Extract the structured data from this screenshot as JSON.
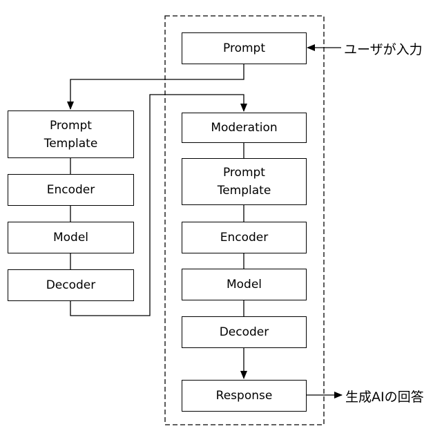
{
  "nodes": {
    "prompt_input": "Prompt",
    "left_prompt_template": "Prompt\nTemplate",
    "left_encoder": "Encoder",
    "left_model": "Model",
    "left_decoder": "Decoder",
    "moderation": "Moderation",
    "right_prompt_template": "Prompt\nTemplate",
    "right_encoder": "Encoder",
    "right_model": "Model",
    "right_decoder": "Decoder",
    "response": "Response"
  },
  "labels": {
    "user_input": "ユーザが入力",
    "ai_answer": "生成AIの回答"
  }
}
